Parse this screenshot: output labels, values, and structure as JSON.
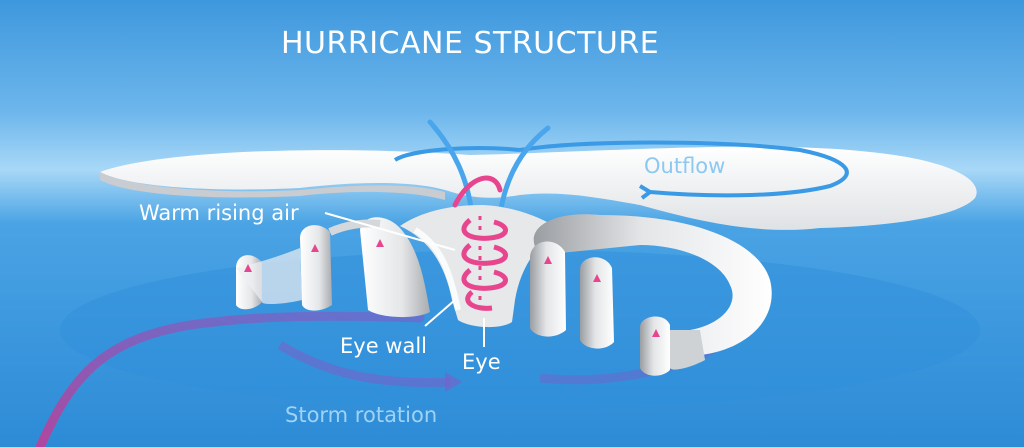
{
  "title": "HURRICANE STRUCTURE",
  "labels": {
    "outflow": "Outflow",
    "warm_rising_air": "Warm rising air",
    "eye_wall": "Eye wall",
    "eye": "Eye",
    "storm_rotation": "Storm rotation"
  },
  "colors": {
    "sky_top": "#7fc4f2",
    "sea": "#3b9be0",
    "cloud": "#f3f4f5",
    "cloud_shade": "#b9bbbe",
    "warm_air": "#e8458f",
    "rotation_arrow": "#8a4fb6",
    "airflow": "#2e8fe0"
  }
}
